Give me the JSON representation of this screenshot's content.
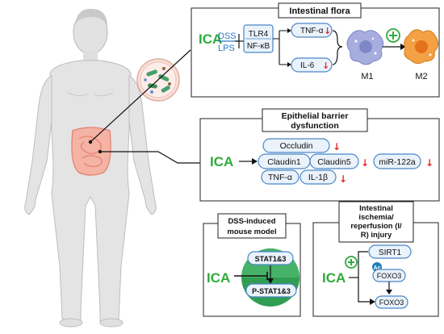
{
  "panels": {
    "intestinal_flora": {
      "title": "Intestinal flora",
      "ica": "ICA",
      "dss": "DSS",
      "lps": "LPS",
      "tlr4": "TLR4",
      "nfkb": "NF-κB",
      "tnfa": "TNF-α",
      "il6": "IL-6",
      "m1": "M1",
      "m2": "M2"
    },
    "epithelial_barrier": {
      "title_line1": "Epithelial barrier",
      "title_line2": "dysfunction",
      "ica": "ICA",
      "occludin": "Occludin",
      "claudin1": "Claudin1",
      "claudin5": "Claudin5",
      "mir122a": "miR-122a",
      "tnfa": "TNF-α",
      "il1b": "IL-1β"
    },
    "dss_model": {
      "title_line1": "DSS-induced",
      "title_line2": "mouse model",
      "ica": "ICA",
      "stat": "STAT1&3",
      "pstat": "P-STAT1&3"
    },
    "ischemia": {
      "title_line1": "Intestinal",
      "title_line2": "ischemia/",
      "title_line3": "reperfusion (I/",
      "title_line4": "R) injury",
      "ica": "ICA",
      "sirt1": "SIRT1",
      "ac": "Ac",
      "foxo3_a": "FOXO3",
      "foxo3_b": "FOXO3"
    }
  },
  "symbols": {
    "down_arrow": "↓",
    "plus": "+"
  },
  "colors": {
    "ica_green": "#2eab3c",
    "down_red": "#e12a2a",
    "pill_fill": "#eaf2fb",
    "pill_stroke": "#4a86c5",
    "skin": "#e4e4e4",
    "intestine": "#f2a08f",
    "m1_purple": "#9aa0d8",
    "m2_orange": "#f29a3a"
  }
}
